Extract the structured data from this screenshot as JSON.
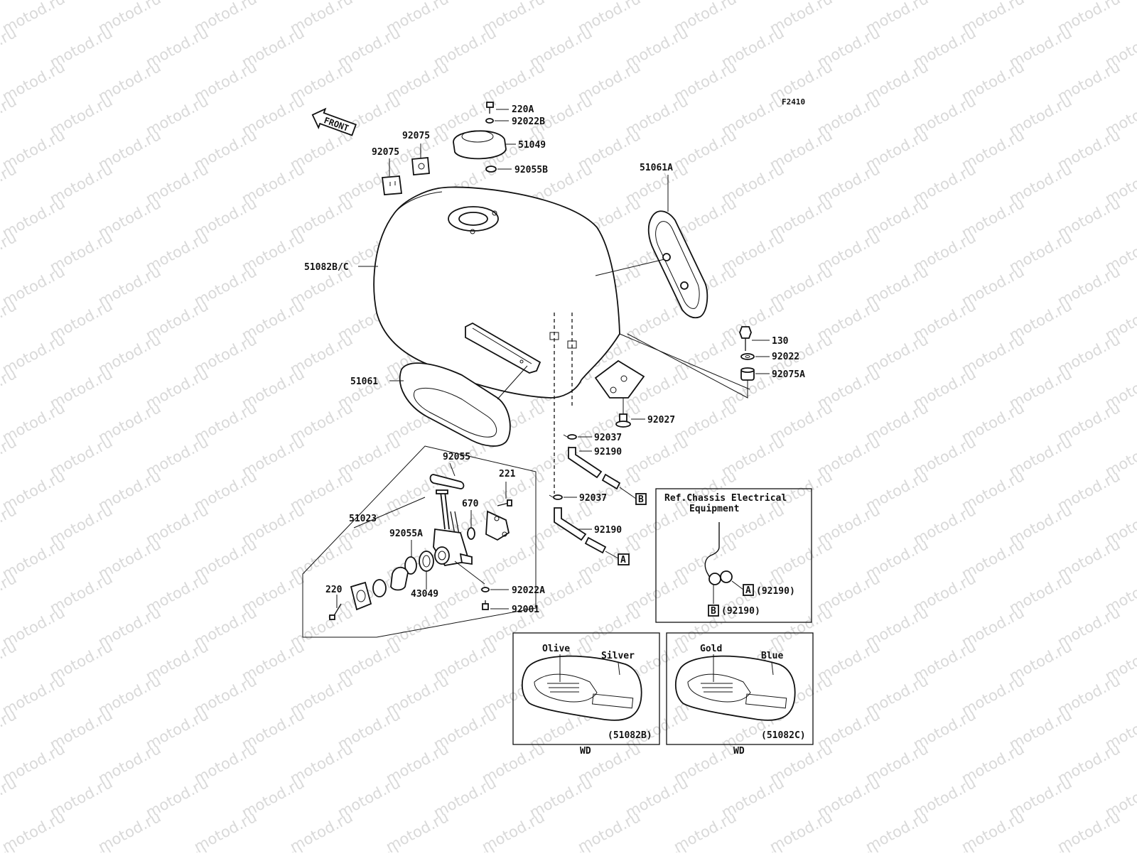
{
  "watermark": "motod.ru",
  "figure_code": "F2410",
  "front_arrow": "FRONT",
  "labels": {
    "p220A": "220A",
    "p92022B": "92022B",
    "p51049": "51049",
    "p92055B": "92055B",
    "p92075a": "92075",
    "p92075b": "92075",
    "p51061A": "51061A",
    "p51082BC": "51082B/C",
    "p130": "130",
    "p92022": "92022",
    "p92075A": "92075A",
    "p51061": "51061",
    "p92027": "92027",
    "p92037a": "92037",
    "p92190a": "92190",
    "p92037b": "92037",
    "p92190b": "92190",
    "p92055": "92055",
    "p221": "221",
    "p670": "670",
    "p51023": "51023",
    "p92055A": "92055A",
    "p43049": "43049",
    "p220": "220",
    "p92022A": "92022A",
    "p92001": "92001"
  },
  "connectors": {
    "A": "A",
    "B": "B"
  },
  "ref_box": {
    "line1": "Ref.Chassis Electrical",
    "line2": "Equipment",
    "a_label": "(92190)",
    "b_label": "(92190)"
  },
  "variants": [
    {
      "color1": "Olive",
      "color2": "Silver",
      "code": "(51082B)",
      "tag": "WD"
    },
    {
      "color1": "Gold",
      "color2": "Blue",
      "code": "(51082C)",
      "tag": "WD"
    }
  ]
}
